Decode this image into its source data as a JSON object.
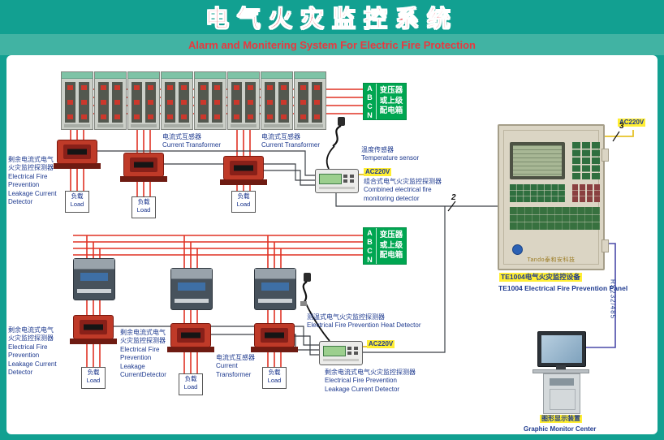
{
  "header": {
    "title": "电气火灾监控系统",
    "subtitle": "Alarm and Monitering System For Electric Fire Protection"
  },
  "bus_box": {
    "phases": [
      "A",
      "B",
      "C",
      "N"
    ],
    "label": "变压器\n或上级\n配电箱"
  },
  "labels": {
    "load": "负载\nLoad",
    "ct_top": "电流式互感器\nCurrent Transformer",
    "ct_bottom": "电流式互感器\nCurrent\nTransformer",
    "leakage_top_left": "剩余电流式电气\n火灾监控探测器\nElectrical Fire\nPrevention\nLeakage Current\nDetector",
    "leakage_bottom_left": "剩余电流式电气\n火灾监控探测器\nElectrical Fire\nPrevention\nLeakage Current\nDetector",
    "leakage_bottom_mid": "剩余电流式电气\n火灾监控探测器\nElectrical Fire\nPrevention\nLeakage\nCurrentDetector",
    "temp_sensor": "温度传感器\nTemperature sensor",
    "combined_top": "组合式电气火灾监控探测器\nCombined electrical fire\nmonitoring detector",
    "heat_detector": "测温式电气火灾监控探测器\nElectrical Fire Prevention Heat Detector",
    "combined_bottom": "剩余电流式电气火灾监控探测器\nElectrical Fire Prevention\nLeakage Current Detector",
    "ac220v": "AC220V",
    "marker_2": "2",
    "marker_3": "3"
  },
  "panel": {
    "brand": "Tando泰和安科技",
    "name_zh": "TE1004电气火灾监控设备",
    "name_en": "TE1004  Electrical Fire Prevention Panel",
    "comm": "RS232/485"
  },
  "monitor_station": {
    "zh": "图形显示装置",
    "en": "Graphic Monitor Center"
  }
}
